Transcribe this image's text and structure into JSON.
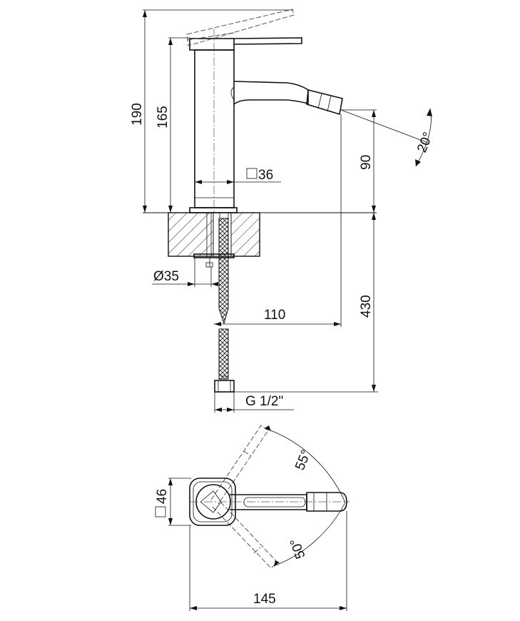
{
  "dimensions": {
    "total_height": "190",
    "body_height": "165",
    "square_body": "36",
    "spout_height": "90",
    "spray_angle": "20°",
    "hole_diameter": "Ø35",
    "spout_reach": "110",
    "hose_length": "430",
    "thread": "G 1/2\"",
    "square_base": "46",
    "rotation_up": "55°",
    "rotation_down": "50°",
    "total_length": "145"
  }
}
